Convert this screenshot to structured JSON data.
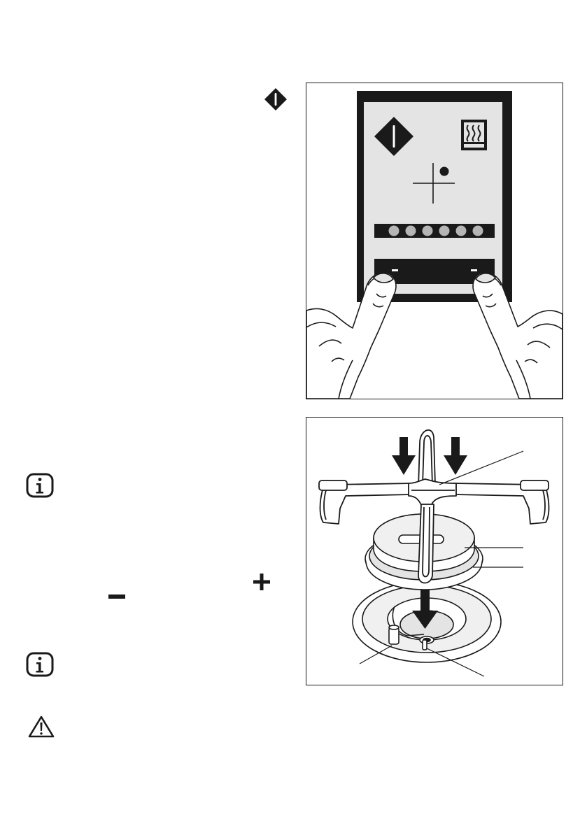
{
  "colors": {
    "ink": "#1a1a1a",
    "panel": "#e4e4e4",
    "light": "#f0f0f0",
    "led": "#b5b5b5",
    "hand": "#ffffff"
  },
  "icons": {
    "top_symbol": "on-off-diamond-icon",
    "info_1": "info-icon",
    "info_2": "info-icon",
    "warning": "warning-triangle-icon",
    "plus": "plus-icon",
    "minus": "minus-icon"
  },
  "figure_1": {
    "panel_icons": [
      "on-off-diamond-icon",
      "heat-waves-icon",
      "crosshair-icon"
    ],
    "led_count": 6,
    "buttons": [
      "plus-touch-key",
      "minus-touch-key"
    ]
  },
  "figure_2": {
    "parts": [
      "pan-support",
      "burner-cap",
      "burner-crown",
      "burner-base",
      "thermocouple",
      "ignition-candle"
    ]
  }
}
